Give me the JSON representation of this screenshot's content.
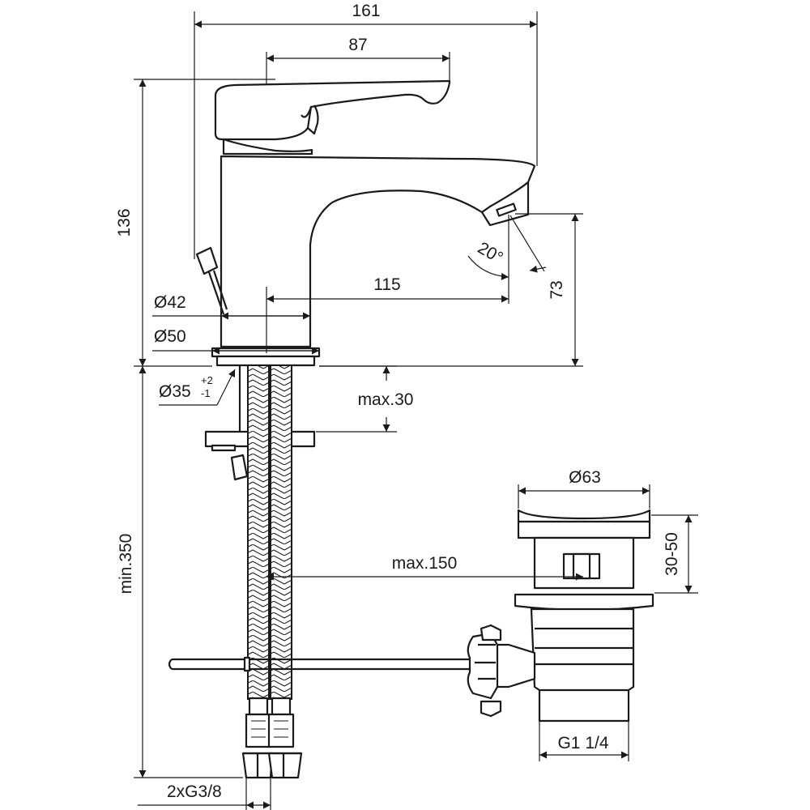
{
  "dimensions": {
    "overall_width": "161",
    "handle_length": "87",
    "overall_height": "136",
    "spout_height": "73",
    "spout_reach": "115",
    "body_diameter": "Ø42",
    "base_diameter": "Ø50",
    "hole_diameter": "Ø35",
    "hole_tolerance_upper": "+2",
    "hole_tolerance_lower": "-1",
    "max_deck_thickness": "max.30",
    "min_hose_length": "min.350",
    "max_pull_rod_distance": "max.150",
    "waste_diameter": "Ø63",
    "waste_height_range": "30-50",
    "waste_thread": "G1 1/4",
    "hose_connections": "2xG3/8",
    "aerator_angle": "20°"
  }
}
